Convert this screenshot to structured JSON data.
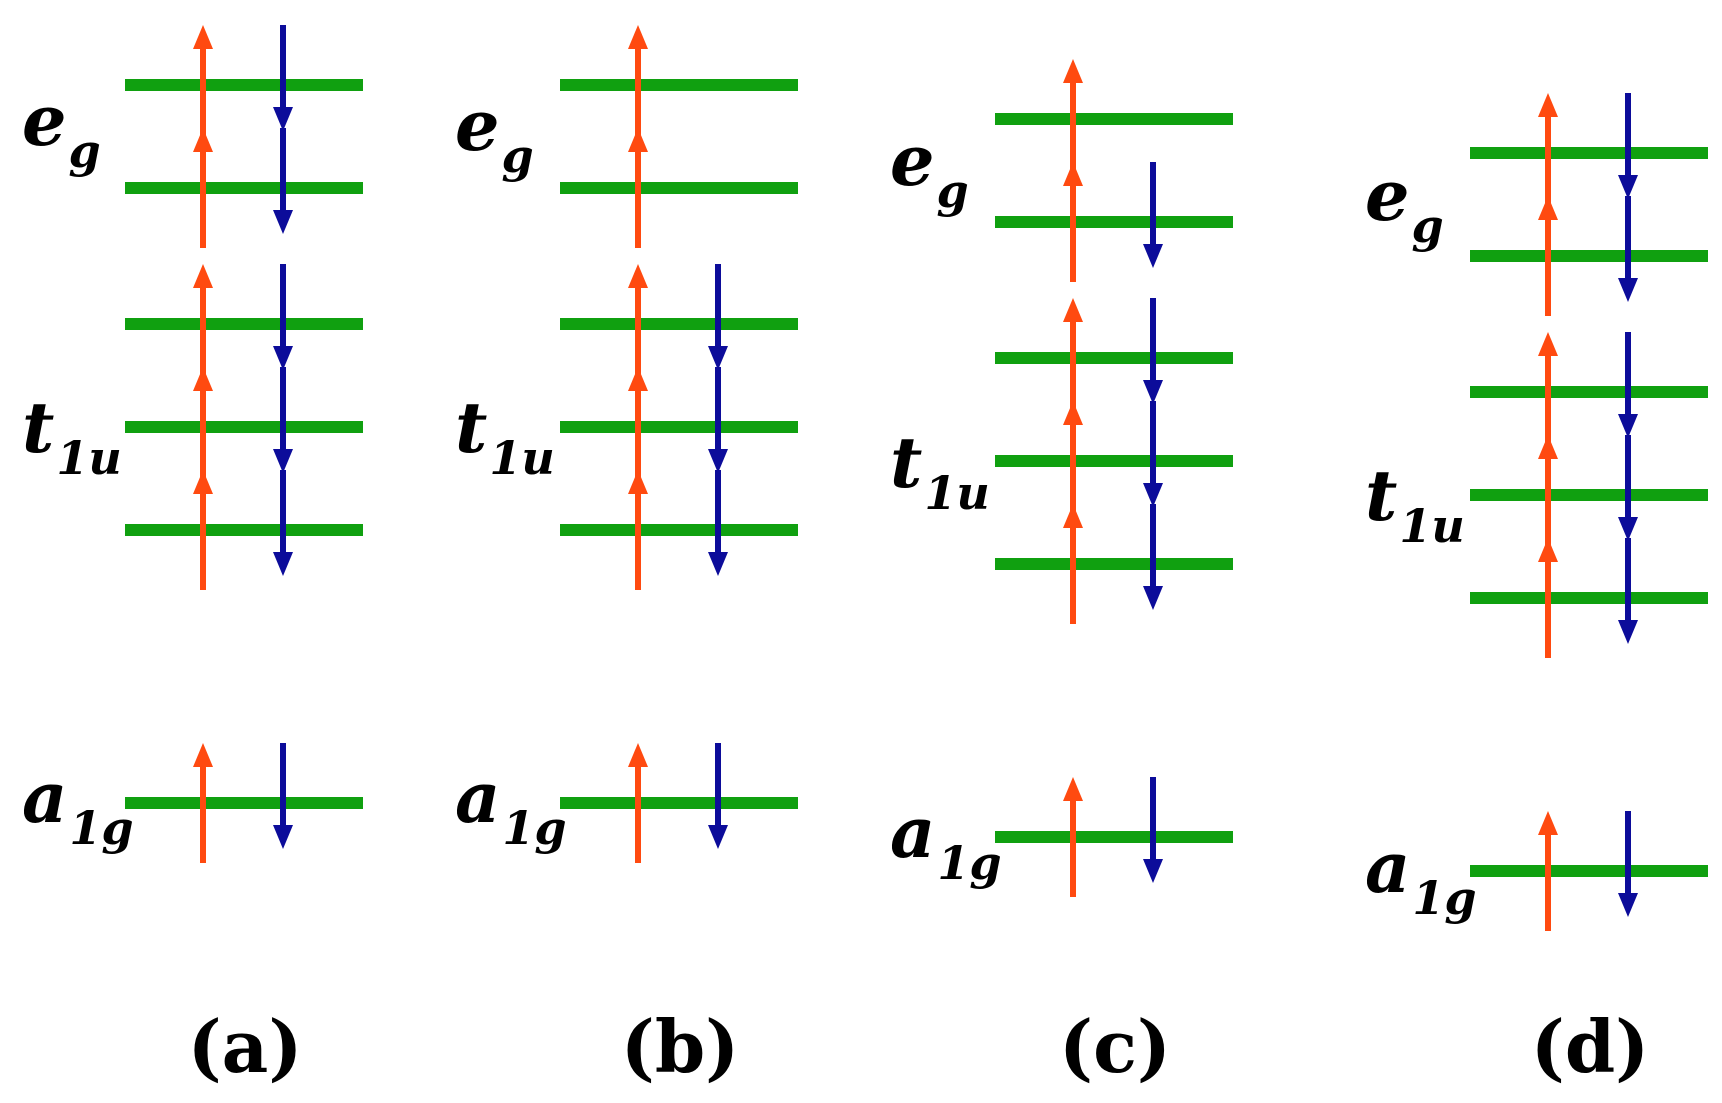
{
  "colors": {
    "level": "#10a010",
    "spin_up": "#ff4a10",
    "spin_down": "#0c0c9a",
    "text": "#000000"
  },
  "label_text": {
    "eg": {
      "symbol": "e",
      "subscript": "g"
    },
    "t1u": {
      "symbol": "t",
      "subscript": "1u"
    },
    "a1g": {
      "symbol": "a",
      "subscript": "1g"
    }
  },
  "panels": [
    {
      "caption": "(a)",
      "levels": [
        {
          "group": "eg",
          "up": true,
          "down": true
        },
        {
          "group": "eg",
          "up": true,
          "down": true
        },
        {
          "group": "t1u",
          "up": true,
          "down": true
        },
        {
          "group": "t1u",
          "up": true,
          "down": true
        },
        {
          "group": "t1u",
          "up": true,
          "down": true
        },
        {
          "group": "a1g",
          "up": true,
          "down": true
        }
      ]
    },
    {
      "caption": "(b)",
      "levels": [
        {
          "group": "eg",
          "up": true,
          "down": false
        },
        {
          "group": "eg",
          "up": true,
          "down": false
        },
        {
          "group": "t1u",
          "up": true,
          "down": true
        },
        {
          "group": "t1u",
          "up": true,
          "down": true
        },
        {
          "group": "t1u",
          "up": true,
          "down": true
        },
        {
          "group": "a1g",
          "up": true,
          "down": true
        }
      ]
    },
    {
      "caption": "(c)",
      "levels": [
        {
          "group": "eg",
          "up": true,
          "down": false
        },
        {
          "group": "eg",
          "up": true,
          "down": true
        },
        {
          "group": "t1u",
          "up": true,
          "down": true
        },
        {
          "group": "t1u",
          "up": true,
          "down": true
        },
        {
          "group": "t1u",
          "up": true,
          "down": true
        },
        {
          "group": "a1g",
          "up": true,
          "down": true
        }
      ]
    },
    {
      "caption": "(d)",
      "levels": [
        {
          "group": "eg",
          "up": true,
          "down": true
        },
        {
          "group": "eg",
          "up": true,
          "down": true
        },
        {
          "group": "t1u",
          "up": true,
          "down": true
        },
        {
          "group": "t1u",
          "up": true,
          "down": true
        },
        {
          "group": "t1u",
          "up": true,
          "down": true
        },
        {
          "group": "a1g",
          "up": true,
          "down": true
        }
      ]
    }
  ]
}
